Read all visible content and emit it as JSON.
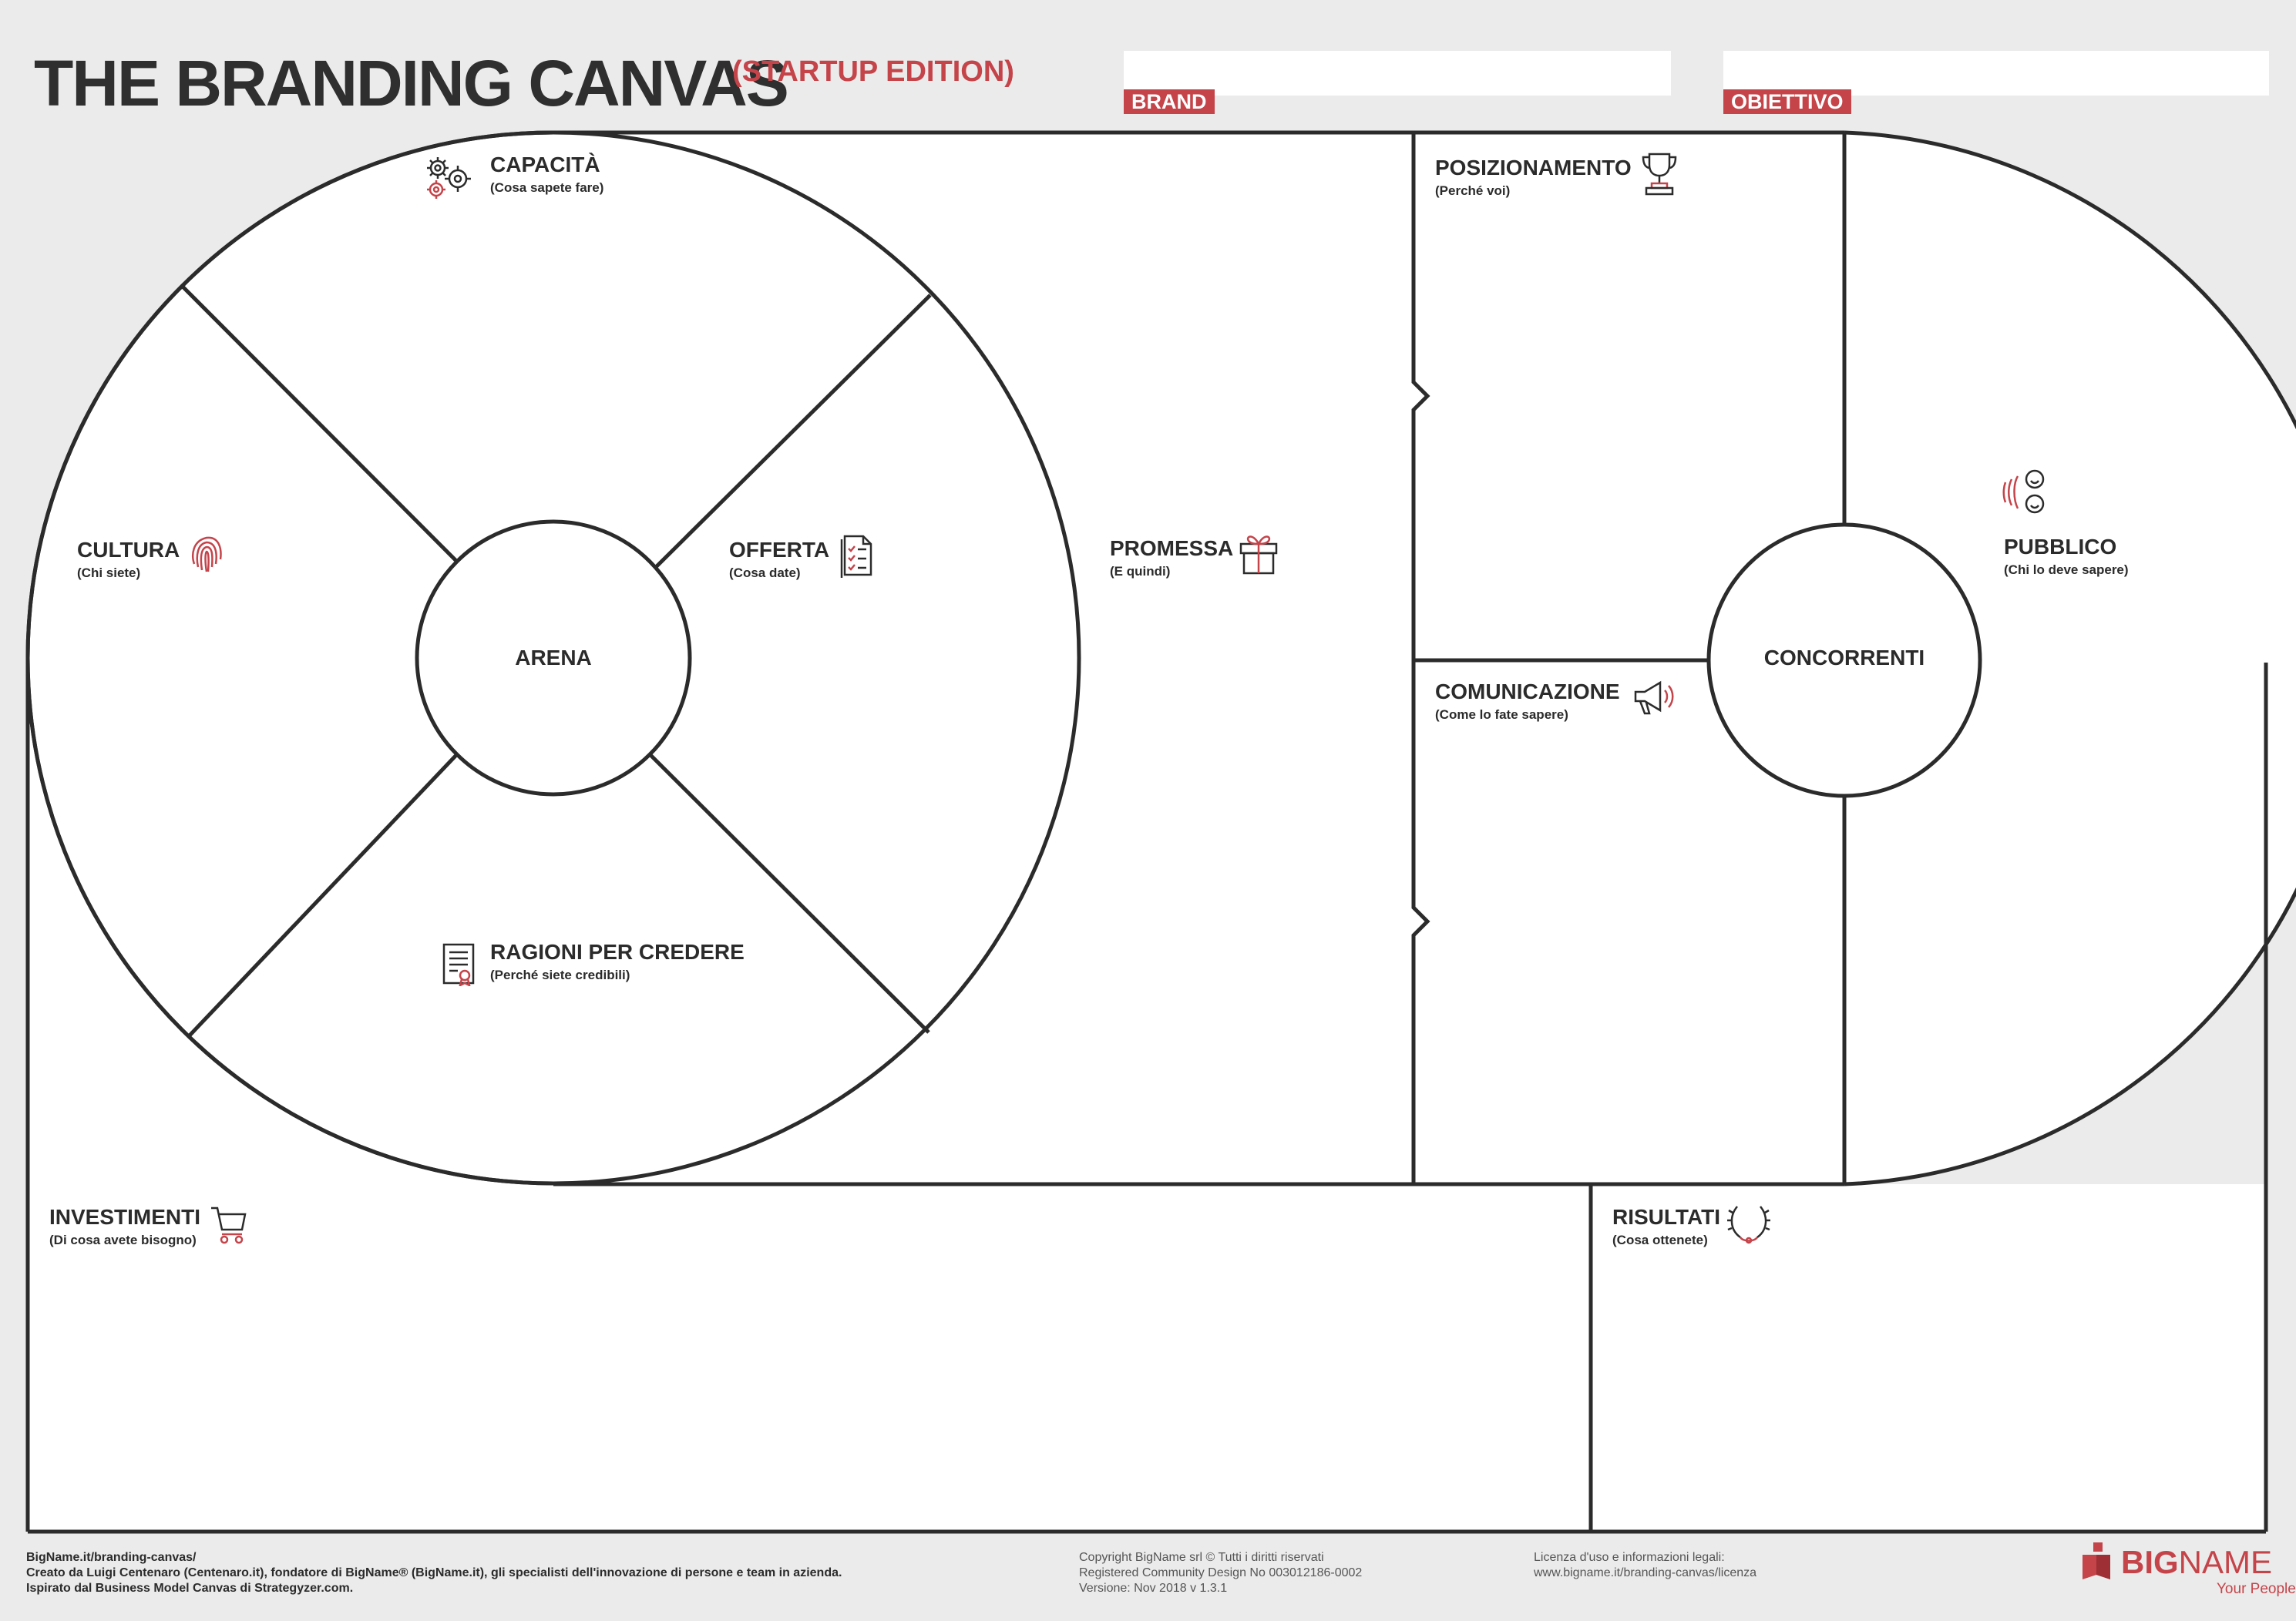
{
  "header": {
    "title": "THE BRANDING CANVAS",
    "edition": "(STARTUP EDITION)",
    "brand_label": "BRAND",
    "brand_value": "",
    "goal_label": "OBIETTIVO",
    "goal_value": ""
  },
  "blocks": {
    "capacita": {
      "title": "CAPACITÀ",
      "subtitle": "(Cosa sapete fare)",
      "icon": "gears-icon"
    },
    "cultura": {
      "title": "CULTURA",
      "subtitle": "(Chi siete)",
      "icon": "fingerprint-icon"
    },
    "offerta": {
      "title": "OFFERTA",
      "subtitle": "(Cosa date)",
      "icon": "checklist-icon"
    },
    "ragioni": {
      "title": "RAGIONI PER CREDERE",
      "subtitle": "(Perché siete credibili)",
      "icon": "certificate-icon"
    },
    "arena": {
      "title": "ARENA"
    },
    "promessa": {
      "title": "PROMESSA",
      "subtitle": "(E quindi)",
      "icon": "gift-icon"
    },
    "posizionamento": {
      "title": "POSIZIONAMENTO",
      "subtitle": "(Perché voi)",
      "icon": "trophy-icon"
    },
    "comunicazione": {
      "title": "COMUNICAZIONE",
      "subtitle": "(Come lo fate sapere)",
      "icon": "megaphone-icon"
    },
    "concorrenti": {
      "title": "CONCORRENTI"
    },
    "pubblico": {
      "title": "PUBBLICO",
      "subtitle": "(Chi lo deve sapere)",
      "icon": "audience-icon"
    },
    "investimenti": {
      "title": "INVESTIMENTI",
      "subtitle": "(Di cosa avete bisogno)",
      "icon": "cart-icon"
    },
    "risultati": {
      "title": "RISULTATI",
      "subtitle": "(Cosa ottenete)",
      "icon": "laurel-icon"
    }
  },
  "footer": {
    "left": {
      "line1": "BigName.it/branding-canvas/",
      "line2": "Creato da Luigi Centenaro (Centenaro.it), fondatore di BigName® (BigName.it), gli specialisti dell'innovazione di persone e team in azienda.",
      "line3": "Ispirato dal Business Model Canvas di Strategyzer.com."
    },
    "middle": {
      "line1": "Copyright BigName srl © Tutti i diritti riservati",
      "line2": "Registered Community Design No 003012186-0002",
      "line3": "Versione: Nov 2018 v 1.3.1"
    },
    "right": {
      "line1": "Licenza d'uso e informazioni legali:",
      "line2": "www.bigname.it/branding-canvas/licenza"
    },
    "logo": {
      "big": "BIG",
      "name": "NAME",
      "tagline": "Your People."
    }
  },
  "colors": {
    "accent": "#c4444a",
    "line": "#2b2b2b",
    "background": "#ecebeb",
    "panel": "#ffffff"
  }
}
